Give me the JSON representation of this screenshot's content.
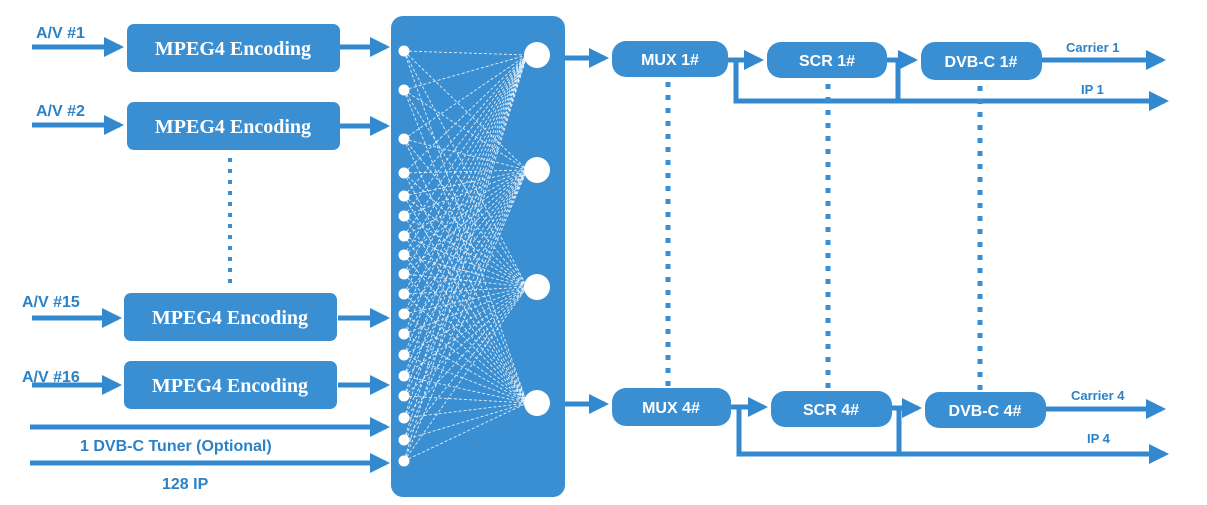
{
  "colors": {
    "accent": "#3a8ed2",
    "arrow": "#3389cf",
    "text": "#2a82c8"
  },
  "inputs": [
    "A/V #1",
    "A/V #2",
    "A/V #15",
    "A/V #16"
  ],
  "encoder_label": "MPEG4 Encoding",
  "tuner_label": "1 DVB-C Tuner (Optional)",
  "ip_input_label": "128 IP",
  "chain1": {
    "mux": "MUX 1#",
    "scr": "SCR 1#",
    "dvbc": "DVB-C 1#",
    "carrier": "Carrier 1",
    "ip": "IP 1"
  },
  "chain4": {
    "mux": "MUX 4#",
    "scr": "SCR 4#",
    "dvbc": "DVB-C 4#",
    "carrier": "Carrier 4",
    "ip": "IP 4"
  }
}
